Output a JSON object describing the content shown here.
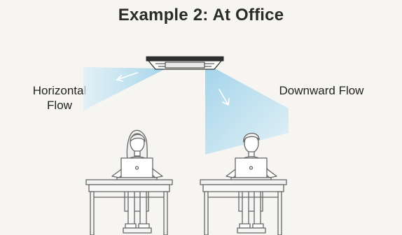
{
  "title": "Example 2: At Office",
  "labels": {
    "horizontal_line1": "Horizontal",
    "horizontal_line2": "Flow",
    "downward": "Downward Flow"
  },
  "icons": {
    "ceiling_unit": "ceiling-cassette-ac-icon",
    "person_left": "office-worker-woman-icon",
    "person_right": "office-worker-man-icon",
    "laptop": "laptop-icon",
    "desk": "desk-icon"
  },
  "colors": {
    "background": "#f7f5f1",
    "airflow": "#bfe2f2",
    "line": "#666666",
    "fill": "#eeeeee"
  }
}
